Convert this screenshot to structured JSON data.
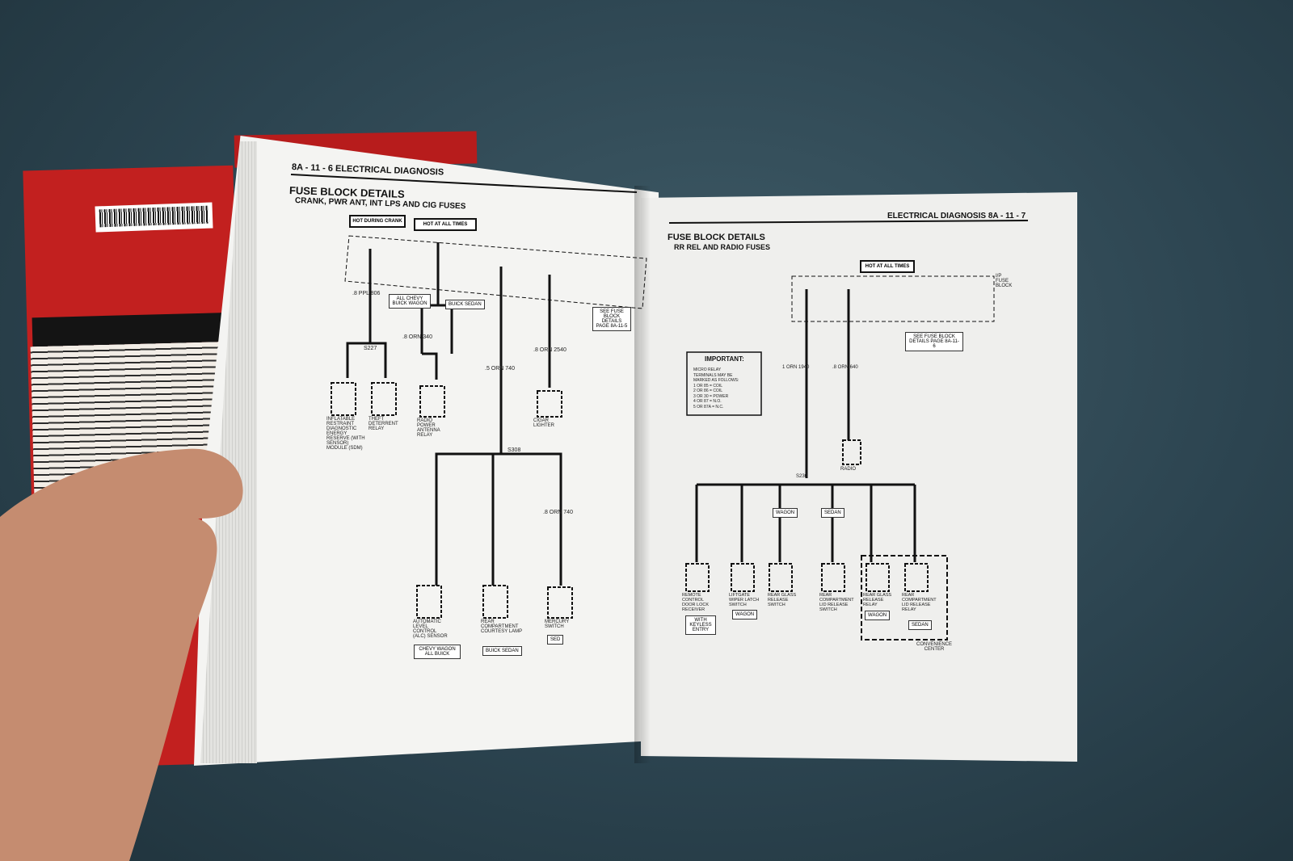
{
  "left_page": {
    "page_header": "8A - 11 - 6  ELECTRICAL DIAGNOSIS",
    "title": "FUSE BLOCK DETAILS",
    "subtitle": "CRANK, PWR ANT, INT LPS AND CIG FUSES",
    "hot_boxes": [
      "HOT DURING CRANK",
      "HOT AT ALL TIMES"
    ],
    "notes": [
      "ALL CHEVY BUICK WAGON",
      "BUICK SEDAN",
      "SEE FUSE BLOCK DETAILS PAGE 8A-11-5"
    ],
    "components": [
      "INFLATABLE RESTRAINT DIAGNOSTIC ENERGY RESERVE (WITH SENSOR) MODULE (SDM)",
      "THEFT DETERRENT RELAY",
      "RADIO POWER ANTENNA RELAY",
      "CIGAR LIGHTER",
      "AUTOMATIC LEVEL CONTROL (ALC) SENSOR",
      "REAR COMPARTMENT COURTESY LAMP",
      "MERCURY SWITCH"
    ],
    "component_tags": [
      "CHEVY WAGON ALL BUICK",
      "BUICK SEDAN",
      "SED"
    ],
    "wires": [
      ".8 PPL  806",
      ".8 ORN  340",
      ".8 ORN  2540",
      ".5 ORN  740",
      ".8 ORN  740"
    ],
    "splices": [
      "S227",
      "S308"
    ]
  },
  "right_page": {
    "page_header": "ELECTRICAL DIAGNOSIS  8A - 11 - 7",
    "title": "FUSE BLOCK DETAILS",
    "subtitle": "RR REL AND RADIO FUSES",
    "hot_box": "HOT AT ALL TIMES",
    "fuse_block": "I/P FUSE BLOCK",
    "important_title": "IMPORTANT:",
    "important_text": [
      "MICRO RELAY",
      "TERMINALS MAY BE",
      "MARKED AS FOLLOWS:",
      "1 OR 85 = COIL",
      "2 OR 86 = COIL",
      "3 OR 30 = POWER",
      "4 OR 87 = N.O.",
      "5 OR 87A = N.C."
    ],
    "components": [
      "REMOTE CONTROL DOOR LOCK RECEIVER",
      "LIFTGATE WIPER LATCH SWITCH",
      "REAR GLASS RELEASE SWITCH",
      "REAR COMPARTMENT LID RELEASE SWITCH",
      "REAR GLASS RELEASE RELAY",
      "REAR COMPARTMENT LID RELEASE RELAY",
      "RADIO"
    ],
    "component_tags": [
      "WITH KEYLESS ENTRY",
      "WAGON",
      "WAGON",
      "SEDAN",
      "WAGON",
      "SEDAN"
    ],
    "convenience_center": "CONVENIENCE CENTER",
    "see_note": "SEE FUSE BLOCK DETAILS PAGE 8A-11-6",
    "wires": [
      "1 ORN  1940",
      ".8 ORN  640"
    ],
    "splice": "S230"
  }
}
